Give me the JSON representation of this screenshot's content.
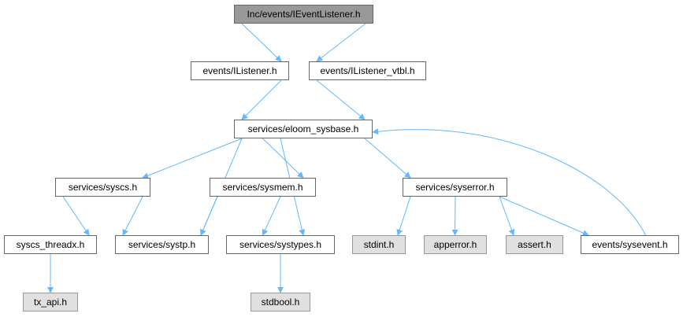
{
  "colors": {
    "edge": "#63b8ff",
    "root_fill": "#999999",
    "ext_fill": "#e0e0e0",
    "border": "#666666"
  },
  "nodes": [
    {
      "id": "root",
      "label": "Inc/events/IEventListener.h",
      "kind": "root"
    },
    {
      "id": "ilistener",
      "label": "events/IListener.h",
      "kind": "file"
    },
    {
      "id": "ilistener_vtbl",
      "label": "events/IListener_vtbl.h",
      "kind": "file"
    },
    {
      "id": "sysbase",
      "label": "services/eloom_sysbase.h",
      "kind": "file"
    },
    {
      "id": "syscs",
      "label": "services/syscs.h",
      "kind": "file"
    },
    {
      "id": "sysmem",
      "label": "services/sysmem.h",
      "kind": "file"
    },
    {
      "id": "syserror",
      "label": "services/syserror.h",
      "kind": "file"
    },
    {
      "id": "syscs_threadx",
      "label": "syscs_threadx.h",
      "kind": "file"
    },
    {
      "id": "systp",
      "label": "services/systp.h",
      "kind": "file"
    },
    {
      "id": "systypes",
      "label": "services/systypes.h",
      "kind": "file"
    },
    {
      "id": "stdint",
      "label": "stdint.h",
      "kind": "ext"
    },
    {
      "id": "apperror",
      "label": "apperror.h",
      "kind": "ext"
    },
    {
      "id": "assert",
      "label": "assert.h",
      "kind": "ext"
    },
    {
      "id": "sysevent",
      "label": "events/sysevent.h",
      "kind": "file"
    },
    {
      "id": "tx_api",
      "label": "tx_api.h",
      "kind": "ext"
    },
    {
      "id": "stdbool",
      "label": "stdbool.h",
      "kind": "ext"
    }
  ],
  "edges": [
    [
      "root",
      "ilistener"
    ],
    [
      "root",
      "ilistener_vtbl"
    ],
    [
      "ilistener",
      "sysbase"
    ],
    [
      "ilistener_vtbl",
      "sysbase"
    ],
    [
      "sysbase",
      "syscs"
    ],
    [
      "sysbase",
      "systp"
    ],
    [
      "sysbase",
      "sysmem"
    ],
    [
      "sysbase",
      "systypes"
    ],
    [
      "sysbase",
      "syserror"
    ],
    [
      "syscs",
      "syscs_threadx"
    ],
    [
      "syscs",
      "systp"
    ],
    [
      "sysmem",
      "systp"
    ],
    [
      "sysmem",
      "systypes"
    ],
    [
      "syserror",
      "stdint"
    ],
    [
      "syserror",
      "apperror"
    ],
    [
      "syserror",
      "assert"
    ],
    [
      "syserror",
      "sysevent"
    ],
    [
      "sysevent",
      "sysbase"
    ],
    [
      "syscs_threadx",
      "tx_api"
    ],
    [
      "systypes",
      "stdbool"
    ]
  ]
}
